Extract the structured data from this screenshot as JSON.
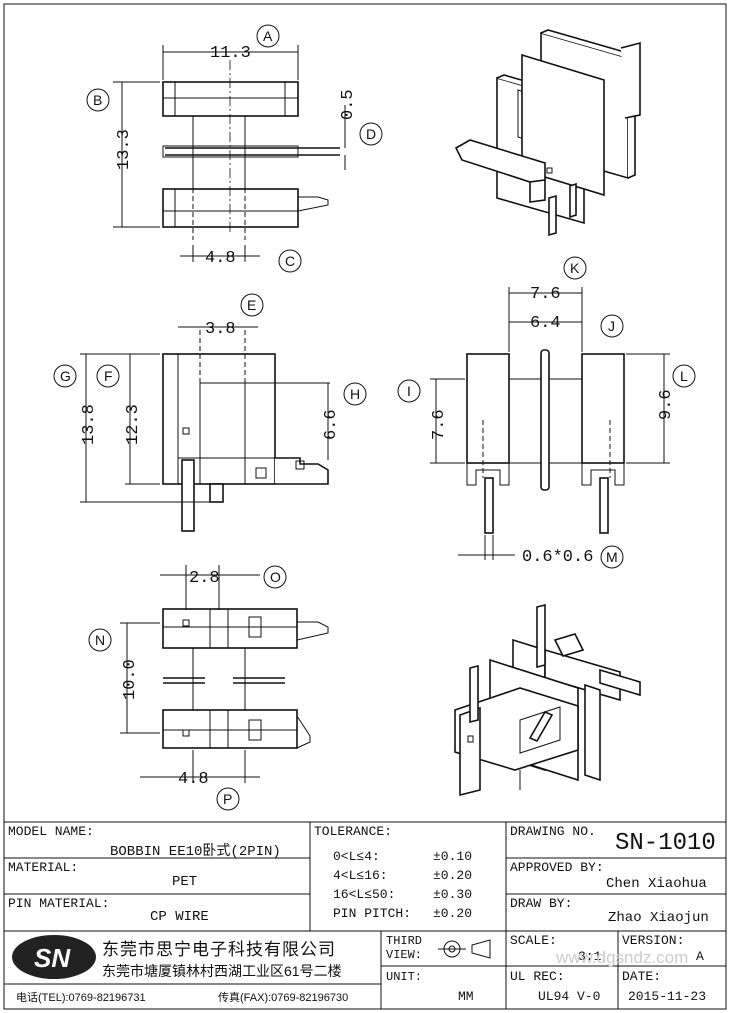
{
  "dimensions": {
    "A": "11.3",
    "B": "13.3",
    "C": "4.8",
    "D": "0.5",
    "E": "3.8",
    "F": "12.3",
    "G": "13.8",
    "H": "6.6",
    "I": "7.6",
    "J": "6.4",
    "K": "7.6",
    "L": "9.6",
    "M": "0.6*0.6",
    "N": "10.0",
    "O": "2.8",
    "P": "4.8"
  },
  "callouts": [
    "A",
    "B",
    "C",
    "D",
    "E",
    "F",
    "G",
    "H",
    "I",
    "J",
    "K",
    "L",
    "M",
    "N",
    "O",
    "P"
  ],
  "title_block": {
    "model_name_label": "MODEL NAME:",
    "model_name": "BOBBIN EE10卧式(2PIN)",
    "material_label": "MATERIAL:",
    "material": "PET",
    "pin_material_label": "PIN MATERIAL:",
    "pin_material": "CP WIRE",
    "tolerance_label": "TOLERANCE:",
    "tolerances": [
      {
        "range": "0<L≤4:",
        "value": "±0.10"
      },
      {
        "range": "4<L≤16:",
        "value": "±0.20"
      },
      {
        "range": "16<L≤50:",
        "value": "±0.30"
      },
      {
        "range": "PIN PITCH:",
        "value": "±0.20"
      }
    ],
    "drawing_no_label": "DRAWING NO.",
    "drawing_no": "SN-1010",
    "approved_by_label": "APPROVED BY:",
    "approved_by": "Chen Xiaohua",
    "draw_by_label": "DRAW BY:",
    "draw_by": "Zhao Xiaojun",
    "third_view_label": "THIRD\nVIEW:",
    "unit_label": "UNIT:",
    "unit": "MM",
    "scale_label": "SCALE:",
    "scale": "3:1",
    "version_label": "VERSION:",
    "version": "A",
    "ul_rec_label": "UL REC:",
    "ul_rec": "UL94 V-0",
    "date_label": "DATE:",
    "date": "2015-11-23",
    "logo": "SN",
    "company_name": "东莞市思宁电子科技有限公司",
    "company_address": "东莞市塘厦镇林村西湖工业区61号二楼",
    "tel": "电话(TEL):0769-82196731",
    "fax": "传真(FAX):0769-82196730",
    "watermark": "www.dgsndz.com"
  }
}
